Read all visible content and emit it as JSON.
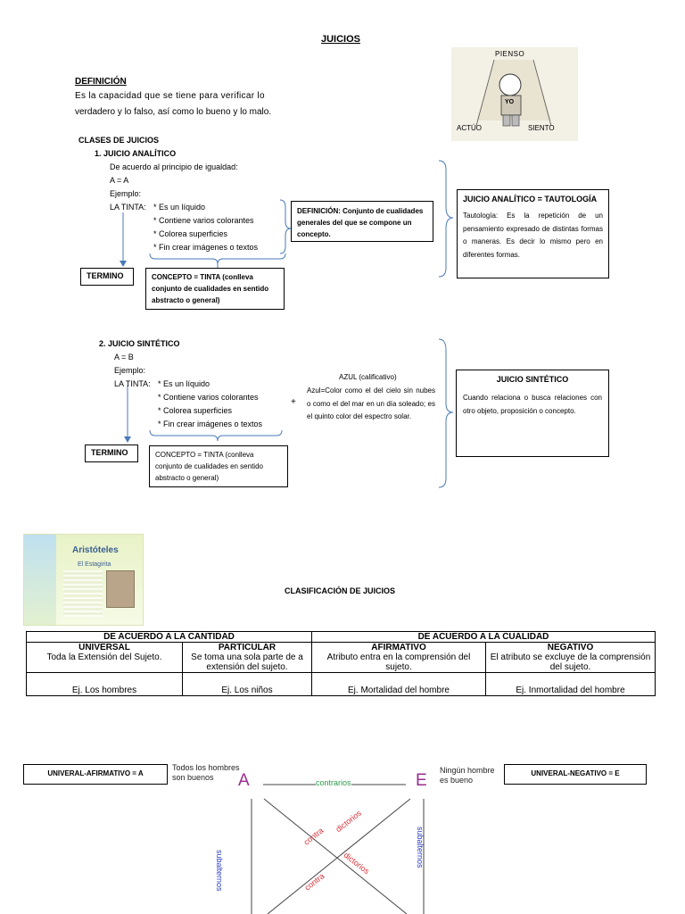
{
  "title": "JUICIOS",
  "definicion": {
    "heading": "DEFINICIÓN",
    "line1": "Es la capacidad que se tiene para verificar lo",
    "line2": "verdadero y lo falso, así como lo bueno y lo malo."
  },
  "cartoon": {
    "top": "PIENSO",
    "left": "ACTÚO",
    "right": "SIENTO",
    "shirt": "YO"
  },
  "clases_heading": "CLASES DE JUICIOS",
  "analitico": {
    "heading": "1.   JUICIO ANALÍTICO",
    "l1": "De acuerdo al principio de igualdad:",
    "l2": "A = A",
    "l3": "Ejemplo:",
    "tinta": "LA TINTA:",
    "bullets": [
      "*  Es un líquido",
      "*  Contiene varios colorantes",
      "*  Colorea superficies",
      "*  Fin crear imágenes o textos"
    ],
    "def_box": "DEFINICIÓN: Conjunto de cualidades generales del que se compone un concepto.",
    "termino": "TERMINO",
    "concepto": "CONCEPTO = TINTA (conlleva conjunto de cualidades en sentido abstracto o general)",
    "right_title": "JUICIO ANALÍTICO = TAUTOLOGÍA",
    "right_text": "Tautología: Es la repetición de un pensamiento expresado de distintas formas o maneras. Es decir lo mismo pero en diferentes formas."
  },
  "sintetico": {
    "heading": "2.   JUICIO SINTÉTICO",
    "l1": "A = B",
    "l2": "Ejemplo:",
    "tinta": "LA TINTA:",
    "bullets": [
      "*  Es un líquido",
      "*  Contiene varios colorantes",
      "*  Colorea superficies",
      "*  Fin crear imágenes o textos"
    ],
    "plus": "+",
    "azul_title": "AZUL (calificativo)",
    "azul_text": "Azul=Color como el del cielo sin nubes o como el del mar en un día soleado; es el quinto color del espectro solar.",
    "termino": "TERMINO",
    "concepto": "CONCEPTO = TINTA (conlleva conjunto de cualidades en sentido abstracto o general)",
    "right_title": "JUICIO SINTÉTICO",
    "right_text": "Cuando relaciona o busca relaciones con otro objeto, proposición o concepto."
  },
  "aristoteles": {
    "title": "Aristóteles",
    "subtitle": "El Estagirita"
  },
  "clasificacion_title": "CLASIFICACIÓN DE JUICIOS",
  "table": {
    "group1": "DE ACUERDO A LA CANTIDAD",
    "group2": "DE ACUERDO A LA CUALIDAD",
    "headers": [
      "UNIVERSAL",
      "PARTICULAR",
      "AFIRMATIVO",
      "NEGATIVO"
    ],
    "descs": [
      "Toda la Extensión del Sujeto.",
      "Se toma una sola parte de a extensión del sujeto.",
      "Atributo entra en la comprensión del sujeto.",
      "El atributo se excluye de la comprensión del sujeto."
    ],
    "examples": [
      "Ej.  Los hombres",
      "Ej.  Los niños",
      "Ej.  Mortalidad del hombre",
      "Ej.  Inmortalidad del hombre"
    ]
  },
  "square": {
    "left_box": "UNIVERAL-AFIRMATIVO = A",
    "right_box": "UNIVERAL-NEGATIVO = E",
    "left_text": "Todos los hombres son buenos",
    "right_text": "Ningún hombre es bueno",
    "A": "A",
    "E": "E",
    "contrarios": "contrarios",
    "subalternos": "subalternos",
    "contradictorios_a": "contra",
    "contradictorios_b": "dictorios",
    "colors": {
      "letter": "#9b2c8f",
      "contrarios": "#2e9b4a",
      "subalternos": "#2a3fbf",
      "contradictorios": "#d8323a"
    }
  }
}
